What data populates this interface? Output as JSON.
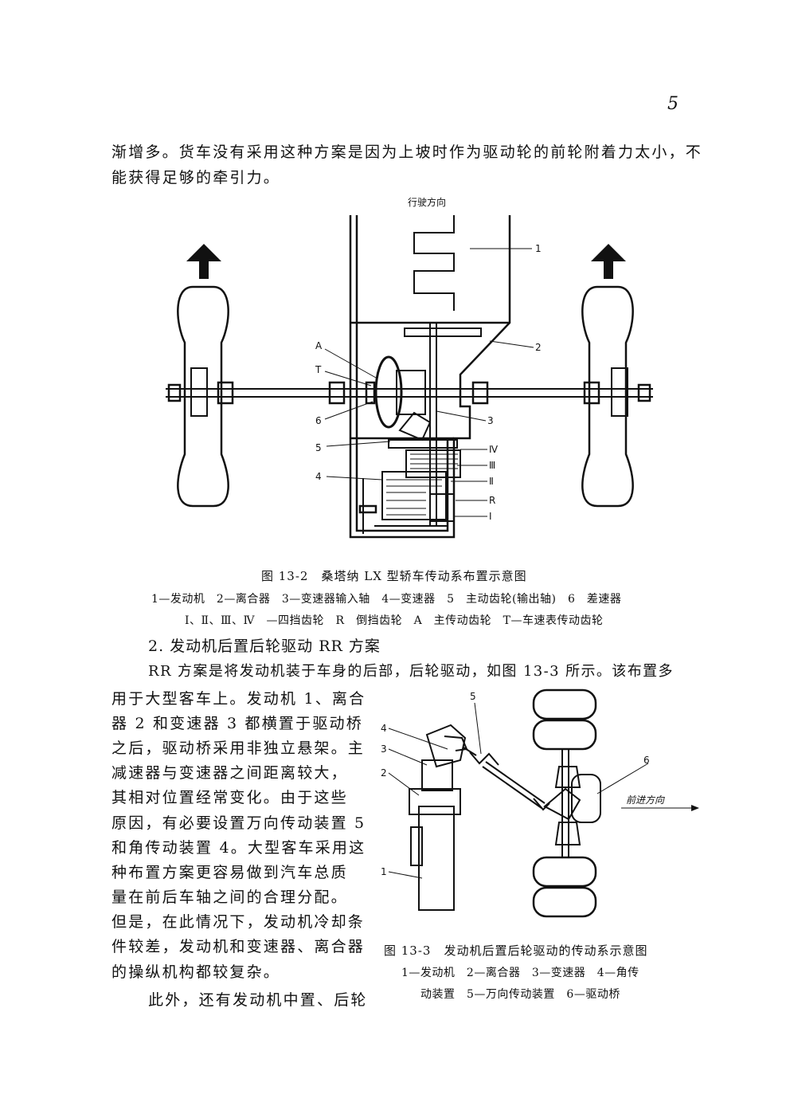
{
  "page_number": "5",
  "intro": {
    "line1": "渐增多。货车没有采用这种方案是因为上坡时作为驱动轮的前轮附着力太小，不",
    "line2": "能获得足够的牵引力。"
  },
  "figure1": {
    "direction_label": "行驶方向",
    "labels": {
      "num1": "1",
      "num2": "2",
      "num3": "3",
      "num4": "4",
      "num5": "5",
      "num6": "6",
      "A": "A",
      "T": "T",
      "IV": "Ⅳ",
      "III": "Ⅲ",
      "II": "Ⅱ",
      "R": "R",
      "I": "Ⅰ"
    },
    "caption_title": "图 13-2　桑塔纳 LX 型轿车传动系布置示意图",
    "caption_line1": "1—发动机　2—离合器　3—变速器输入轴　4—变速器　5　主动齿轮(输出轴)　6　差速器",
    "caption_line2": "Ⅰ、Ⅱ、Ⅲ、Ⅳ　—四挡齿轮　R　倒挡齿轮　A　主传动齿轮　T—车速表传动齿轮"
  },
  "section": {
    "heading": "2. 发动机后置后轮驱动 RR 方案",
    "first_line": "RR 方案是将发动机装于车身的后部，后轮驱动，如图 13-3 所示。该布置多",
    "lines": [
      "用于大型客车上。发动机 1、离合",
      "器 2 和变速器 3 都横置于驱动桥",
      "之后，驱动桥采用非独立悬架。主",
      "减速器与变速器之间距离较大，",
      "其相对位置经常变化。由于这些",
      "原因，有必要设置万向传动装置 5",
      "和角传动装置 4。大型客车采用这",
      "种布置方案更容易做到汽车总质",
      "量在前后车轴之间的合理分配。",
      "但是，在此情况下，发动机冷却条",
      "件较差，发动机和变速器、离合器",
      "的操纵机构都较复杂。"
    ],
    "last_line": "此外，还有发动机中置、后轮"
  },
  "figure2": {
    "direction_label": "前进方向",
    "labels": {
      "num1": "1",
      "num2": "2",
      "num3": "3",
      "num4": "4",
      "num5": "5",
      "num6": "6"
    },
    "caption_title": "图 13-3　发动机后置后轮驱动的传动系示意图",
    "caption_line1": "1—发动机　2—离合器　3—变速器　4—角传",
    "caption_line2": "动装置　5—万向传动装置　6—驱动桥"
  }
}
